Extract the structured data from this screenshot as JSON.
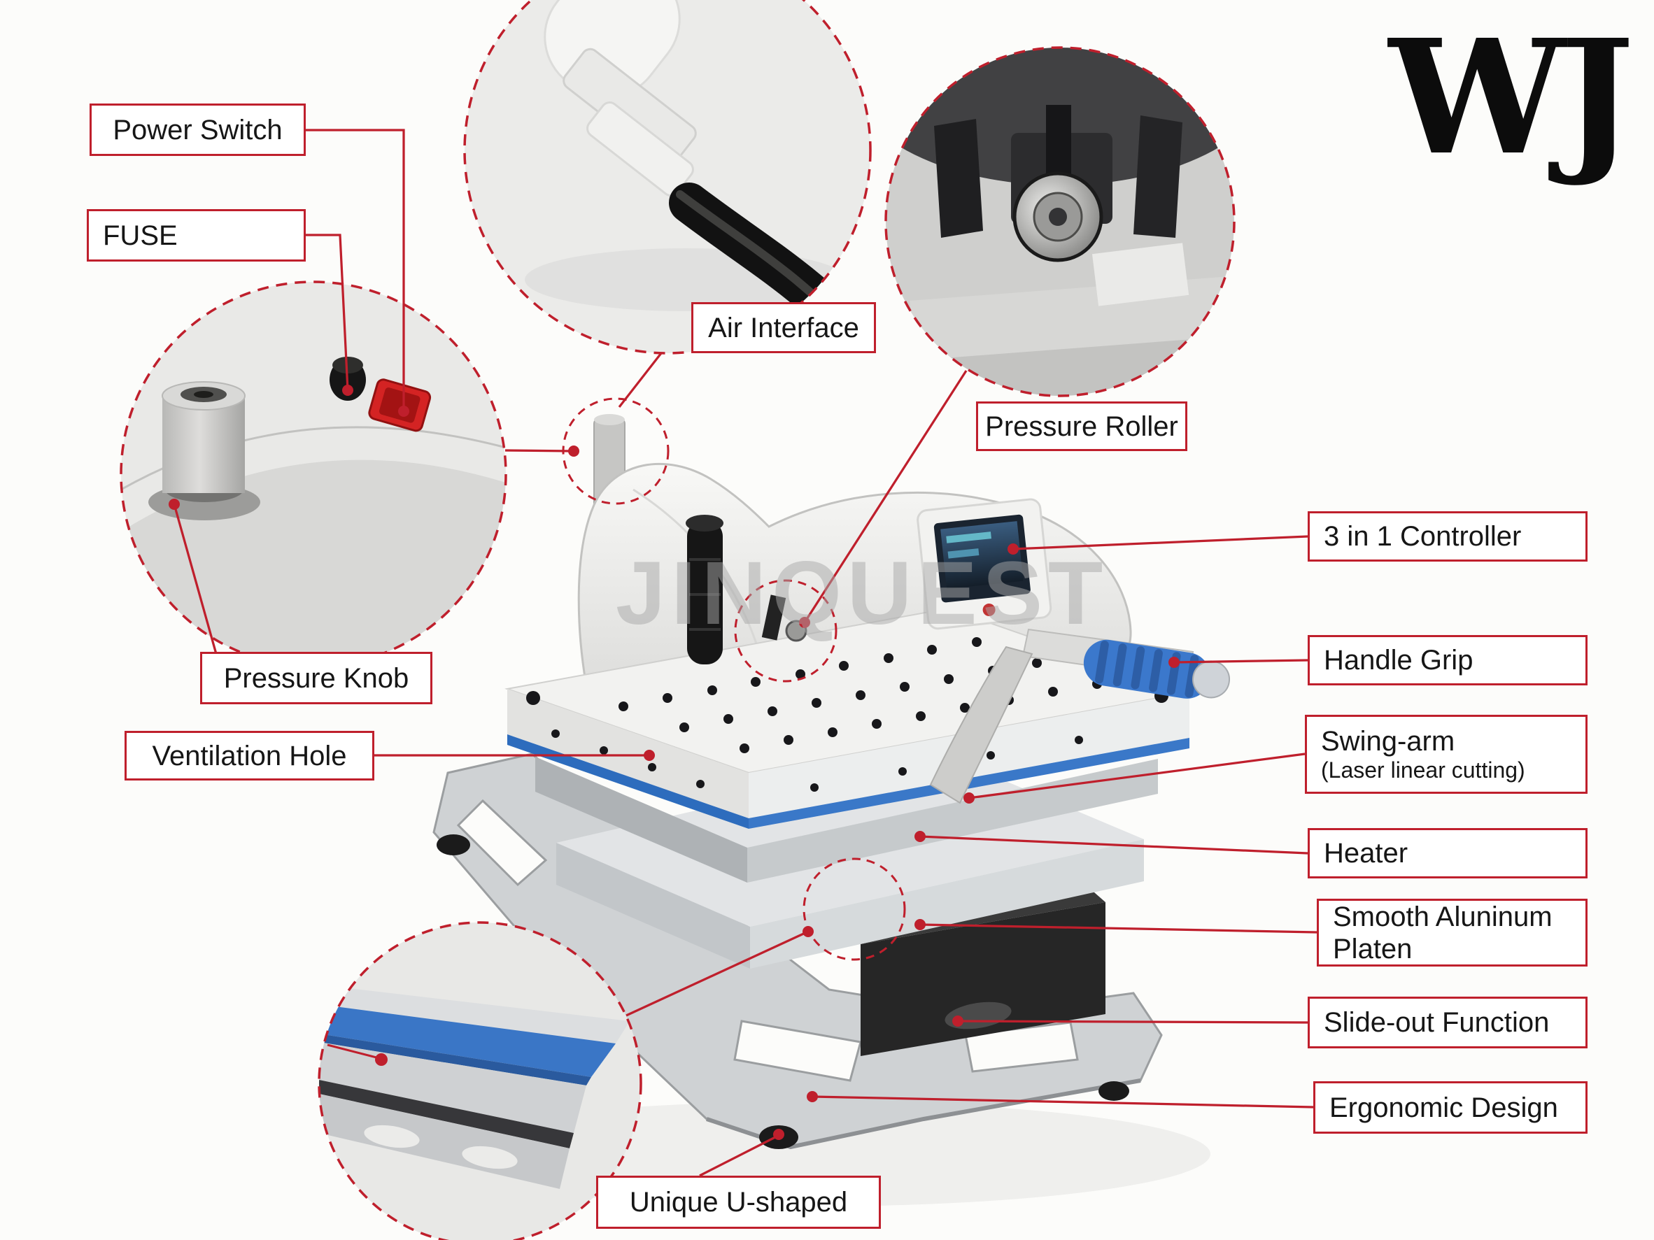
{
  "page": {
    "background": "#fcfcfa",
    "accent": "#bf1f2c",
    "logo": "WJ",
    "watermark": "JINQUEST"
  },
  "labels": {
    "power_switch": "Power Switch",
    "fuse": "FUSE",
    "air_interface": "Air Interface",
    "pressure_roller": "Pressure Roller",
    "controller_3in1": "3 in 1 Controller",
    "handle_grip": "Handle Grip",
    "swing_arm": "Swing-arm",
    "swing_arm_note": "(Laser linear cutting)",
    "heater": "Heater",
    "platen_line1": "Smooth Aluninum",
    "platen_line2": "Platen",
    "slide_out": "Slide-out Function",
    "ergonomic": "Ergonomic Design",
    "pressure_knob": "Pressure Knob",
    "ventilation_hole": "Ventilation Hole",
    "u_shaped": "Unique U-shaped"
  }
}
